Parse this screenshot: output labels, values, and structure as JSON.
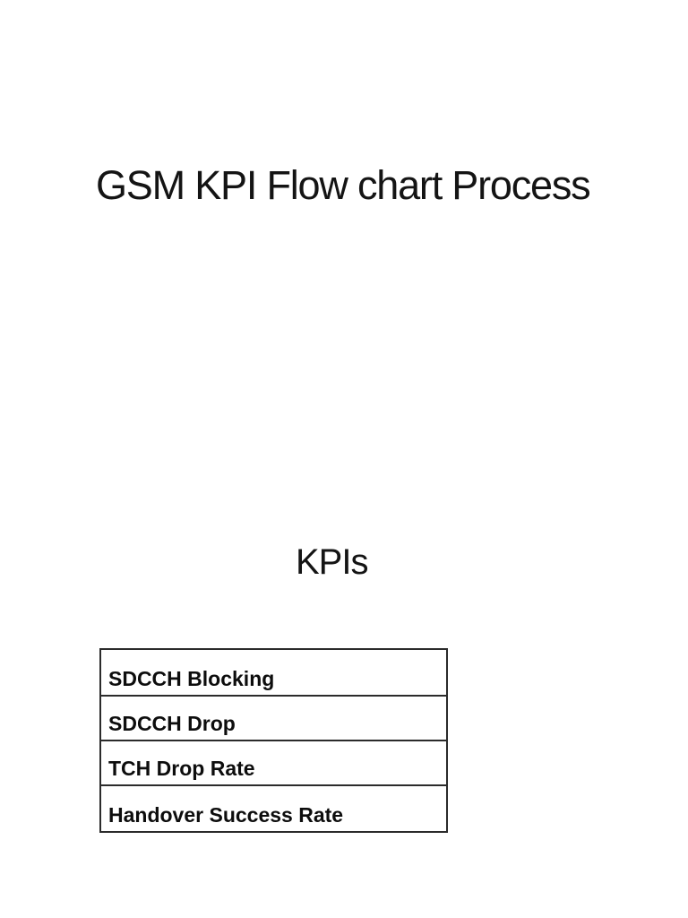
{
  "page": {
    "background_color": "#ffffff",
    "text_color": "#141414",
    "table_border_color": "#2b2b2b"
  },
  "document": {
    "title": "GSM KPI Flow chart Process",
    "section_heading": "KPIs",
    "kpi_table": {
      "rows": [
        {
          "label": "SDCCH Blocking"
        },
        {
          "label": "SDCCH Drop"
        },
        {
          "label": "TCH Drop Rate"
        },
        {
          "label": "Handover Success Rate"
        }
      ]
    }
  }
}
